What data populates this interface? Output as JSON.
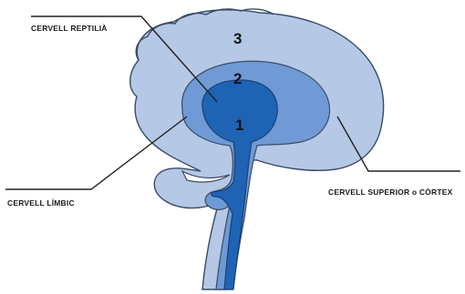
{
  "labels": {
    "reptilian": "CERVELL REPTILIÀ",
    "limbic": "CERVELL LÍMBIC",
    "cortex": "CERVELL SUPERIOR o CÒRTEX"
  },
  "regions": {
    "r1": "1",
    "r2": "2",
    "r3": "3"
  },
  "colors": {
    "outer": "#b5c8e6",
    "middle": "#6f9ad6",
    "inner": "#1f63b5",
    "outline": "#3a4b66"
  }
}
